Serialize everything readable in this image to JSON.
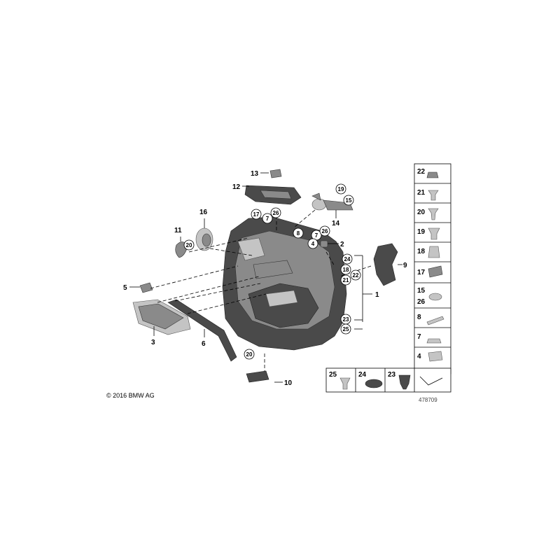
{
  "copyright": "© 2016 BMW AG",
  "diagram_ref": "478709",
  "callouts": {
    "c1": "1",
    "c2": "2",
    "c3": "3",
    "c5": "5",
    "c6": "6",
    "c9": "9",
    "c10": "10",
    "c11": "11",
    "c12": "12",
    "c13": "13",
    "c14": "14",
    "c16": "16"
  },
  "circled": {
    "r7a": "7",
    "r7b": "7",
    "r17": "17",
    "r26a": "26",
    "r26b": "26",
    "r8": "8",
    "r4": "4",
    "r19": "19",
    "r15": "15",
    "r20a": "20",
    "r20b": "20",
    "r24": "24",
    "r18": "18",
    "r22": "22",
    "r21": "21",
    "r23": "23",
    "r25": "25"
  },
  "side_legend": [
    "22",
    "21",
    "20",
    "19",
    "18",
    "17",
    "15",
    "26",
    "8",
    "7",
    "4"
  ],
  "bottom_legend": [
    "25",
    "24",
    "23"
  ],
  "colors": {
    "part_dark": "#4a4a4a",
    "part_mid": "#8a8a8a",
    "part_light": "#c4c4c4"
  }
}
